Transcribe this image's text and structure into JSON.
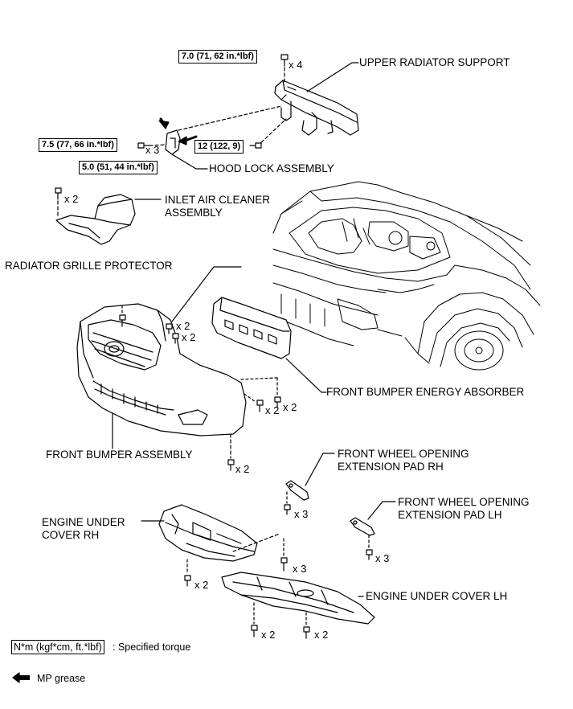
{
  "parts": {
    "upper_radiator_support": "UPPER RADIATOR SUPPORT",
    "hood_lock_assembly": "HOOD LOCK ASSEMBLY",
    "inlet_air_cleaner_1": "INLET AIR CLEANER",
    "inlet_air_cleaner_2": "ASSEMBLY",
    "radiator_grille_protector": "RADIATOR GRILLE PROTECTOR",
    "front_bumper_energy_absorber": "FRONT BUMPER ENERGY ABSORBER",
    "front_bumper_assembly": "FRONT BUMPER ASSEMBLY",
    "wheel_pad_rh_1": "FRONT WHEEL OPENING",
    "wheel_pad_rh_2": "EXTENSION PAD RH",
    "wheel_pad_lh_1": "FRONT WHEEL OPENING",
    "wheel_pad_lh_2": "EXTENSION PAD LH",
    "engine_under_cover_rh_1": "ENGINE UNDER",
    "engine_under_cover_rh_2": "COVER RH",
    "engine_under_cover_lh": "ENGINE UNDER COVER LH"
  },
  "torques": {
    "upper_support": "7.0 (71, 62 in.*lbf)",
    "hood_lock_left": "7.5 (77, 66 in.*lbf)",
    "hood_lock_right": "12 (122, 9)",
    "inlet_air": "5.0 (51, 44 in.*lbf)"
  },
  "quantities": {
    "upper_support": "x 4",
    "hood_lock": "x 3",
    "inlet_air": "x 2",
    "grille_a": "x 2",
    "grille_b": "x 2",
    "bumper_side_a": "x 2",
    "bumper_side_b": "x 2",
    "bumper_bottom": "x 2",
    "pad_rh": "x 3",
    "pad_lh": "x 3",
    "cover_center": "x 3",
    "cover_rh": "x 2",
    "cover_lh_a": "x 2",
    "cover_lh_b": "x 2"
  },
  "legend": {
    "torque_key": "N*m (kgf*cm, ft.*lbf)",
    "torque_desc": ": Specified torque",
    "grease_label": "MP grease"
  },
  "icons": [
    "bolt-icon",
    "grease-arrow-icon"
  ]
}
